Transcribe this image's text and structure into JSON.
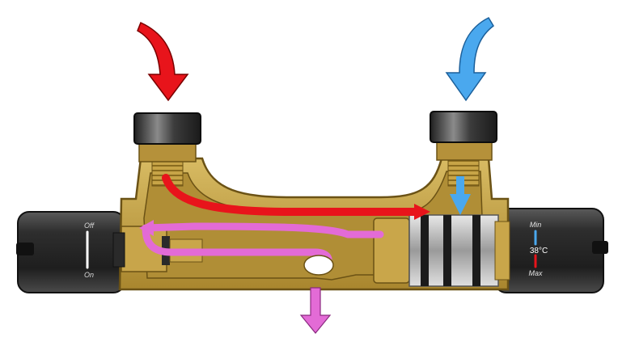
{
  "diagram": {
    "left_handle": {
      "top_label": "Off",
      "bottom_label": "On"
    },
    "right_handle": {
      "top_label": "Min",
      "temperature": "38°C",
      "bottom_label": "Max"
    },
    "colors": {
      "hot_flow": "#e8141b",
      "cold_flow": "#4aa8ee",
      "mixed_flow": "#e36bd6",
      "brass": "#c9a64a",
      "brass_dark": "#8a6c1f",
      "handle": "#2b2b2b",
      "nut": "#3a3a3a"
    },
    "icons": [
      "hot-water-inlet-arrow",
      "cold-water-inlet-arrow",
      "mixed-water-outlet-arrow"
    ]
  }
}
